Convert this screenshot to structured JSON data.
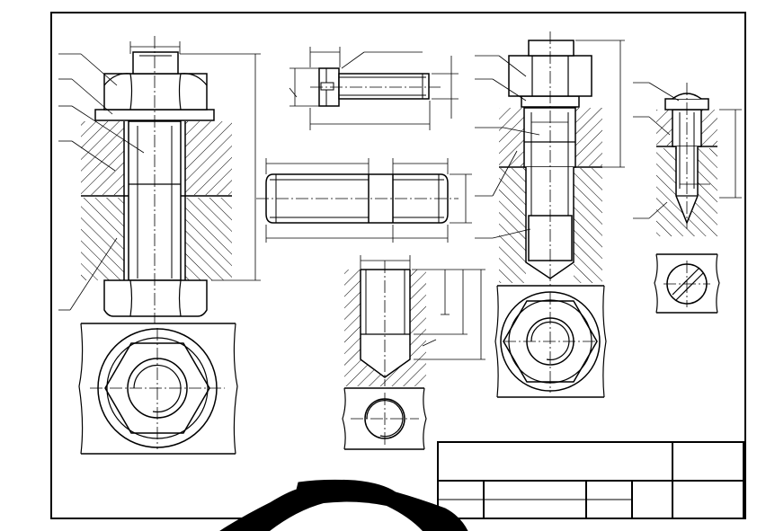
{
  "drawing": {
    "line_color": "#000000",
    "paper_color": "#ffffff",
    "hatch_style": "diagonal-45",
    "sheet_frame": "outer-border",
    "title_block": "bottom-right-empty"
  },
  "views": [
    "bolted-joint-section",
    "bolted-joint-top-view",
    "bolt-blank",
    "stud-blank",
    "blind-tapped-hole-section",
    "tapped-hole-top-view",
    "stud-joint-section",
    "stud-joint-top-view",
    "screw-joint-section",
    "screw-head-top-view"
  ]
}
